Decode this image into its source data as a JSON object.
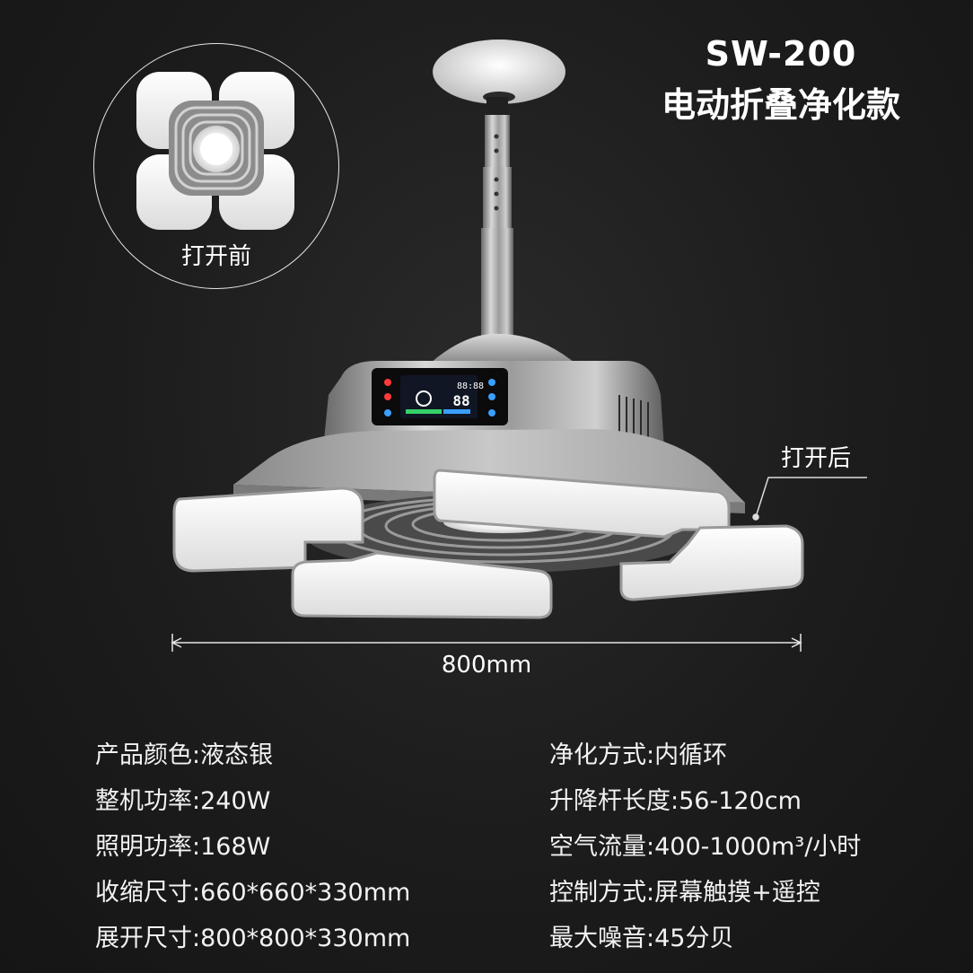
{
  "header": {
    "model": "SW-200",
    "subtitle": "电动折叠净化款"
  },
  "labels": {
    "before_open": "打开前",
    "after_open": "打开后",
    "width_dimension": "800mm"
  },
  "panel_display": {
    "digits_top": "88:88",
    "digits_main": "88"
  },
  "specs": {
    "left": [
      "产品颜色:液态银",
      "整机功率:240W",
      "照明功率:168W",
      "收缩尺寸:660*660*330mm",
      "展开尺寸:800*800*330mm"
    ],
    "right": [
      "净化方式:内循环",
      "升降杆长度:56-120cm",
      "空气流量:400-1000m³/小时",
      "控制方式:屏幕触摸+遥控",
      "最大噪音:45分贝"
    ]
  },
  "colors": {
    "background": "#1c1c1c",
    "text": "#ffffff",
    "silver": "#b9b9b9",
    "panel_light": "#fbfbfb",
    "display_blue": "#3aa0ff",
    "display_red": "#ff3b3b"
  }
}
